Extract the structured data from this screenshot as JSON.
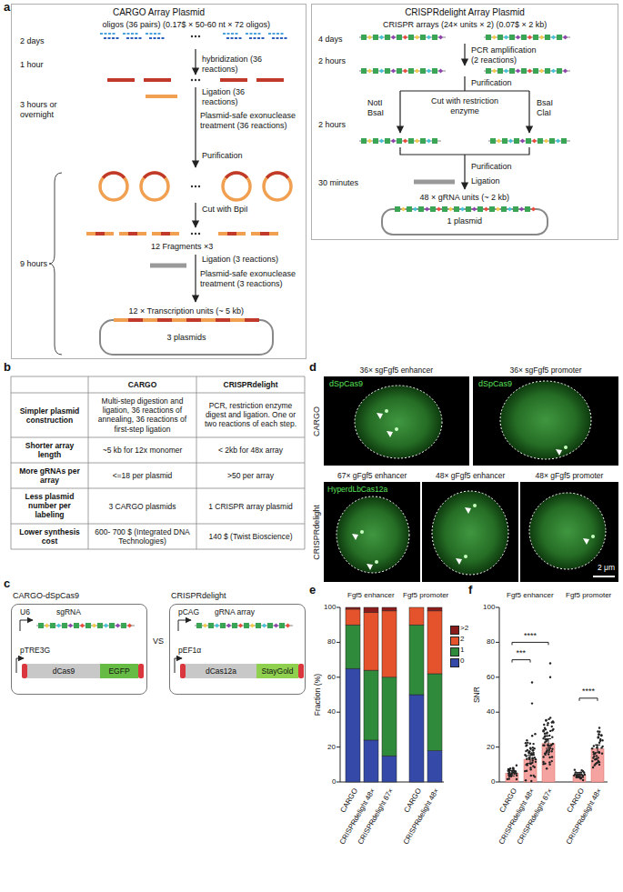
{
  "diagram": {
    "nodes": [
      {
        "text": [
          "CARGO Array Plasmid"
        ]
      },
      {
        "text": [
          "CRISPRdelight Array Plasmid"
        ]
      },
      {
        "text": [
          "CARGO-dSpCas9"
        ]
      },
      {
        "text": [
          "dCas9"
        ],
        "in": 2
      },
      {
        "text": [
          "EGFP"
        ],
        "in": 2
      },
      {
        "text": [
          "CRISPRdelight"
        ]
      },
      {
        "text": [
          "dCas12a"
        ],
        "in": 5
      },
      {
        "text": [
          "StayGold"
        ],
        "in": 5
      }
    ],
    "labels": [
      "a",
      "oligos (36 pairs) (0.17$ × 50-60 nt × 72 oligos)",
      "2 days",
      "1 hour",
      "hybridization (36 reactions)",
      "Ligation (36 reactions)",
      "3 hours or overnight",
      "Plasmid-safe exonuclease treatment (36 reactions)",
      "Purification",
      "Cut with BpiI",
      "12 Fragments ×3",
      "9 hours",
      "Ligation (3 reactions)",
      "Plasmid-safe exonuclease treatment (3 reactions)",
      "12 × Transcription units (~ 5 kb)",
      "3 plasmids",
      "CRISPR arrays (24× units × 2) (0.07$ × 2 kb)",
      "4 days",
      "PCR amplification (2 reactions)",
      "2 hours",
      "Purification",
      "NotI BsaI",
      "Cut with restriction enzyme",
      "BsaI ClaI",
      "2 hours",
      "Purification",
      "30 minutes",
      "Ligation",
      "48 × gRNA units (~ 2 kb)",
      "1 plasmid",
      "b",
      "CARGO",
      "CRISPRdelight",
      "Simpler plasmid construction",
      "Multi-step digestion and ligation, 36 reactions of annealing, 36 reactions of first-step ligation",
      "PCR, restriction enzyme digest and ligation. One or two reactions of each step.",
      "Shorter array length",
      "~5 kb for 12x monomer",
      "< 2kb for 48x array",
      "More gRNAs per array",
      "<=18 per plasmid",
      ">50 per array",
      "Less plasmid number per labeling",
      "3 CARGO plasmids",
      "1 CRISPR array plasmid",
      "Lower synthesis cost",
      "600- 700 $ (Integrated DNA Technologies)",
      "140 $ (Twist Bioscience)",
      "c",
      "VS",
      "U6",
      "sgRNA",
      "pTRE3G",
      "pCAG",
      "gRNA array",
      "pEF1α",
      "d",
      "36× sgFgf5 enhancer",
      "36× sgFgf5 promoter",
      "dSpCas9",
      "dSpCas9",
      "CARGO",
      "67× gFgf5 enhancer",
      "48× gFgf5 enhancer",
      "48× gFgf5 promoter",
      "HyperdLbCas12a",
      "CRISPRdelight",
      "2 μm",
      "e",
      "Fgf5 enhancer",
      "Fgf5 promoter",
      "Fraction (%)",
      "0",
      "20",
      "40",
      "60",
      "80",
      "100",
      "CARGO",
      "CRISPRdelight 48×",
      "CRISPRdelight 67×",
      "CARGO",
      "CRISPRdelight 48×",
      "f",
      "Fgf5 enhancer",
      "Fgf5 promoter",
      "SNR",
      "0",
      "20",
      "40",
      "60",
      "80",
      "100",
      "****",
      "***",
      "****",
      "CARGO",
      "CRISPRdelight 48×",
      "CRISPRdelight 67×",
      "CARGO",
      "CRISPRdelight 48×"
    ],
    "legend": [
      {
        "text": ">2",
        "color": "#8b1c1c"
      },
      {
        "text": "2",
        "color": "#e4532b"
      },
      {
        "text": "1",
        "color": "#2f8a3c"
      },
      {
        "text": "0",
        "color": "#3549a8"
      }
    ]
  }
}
